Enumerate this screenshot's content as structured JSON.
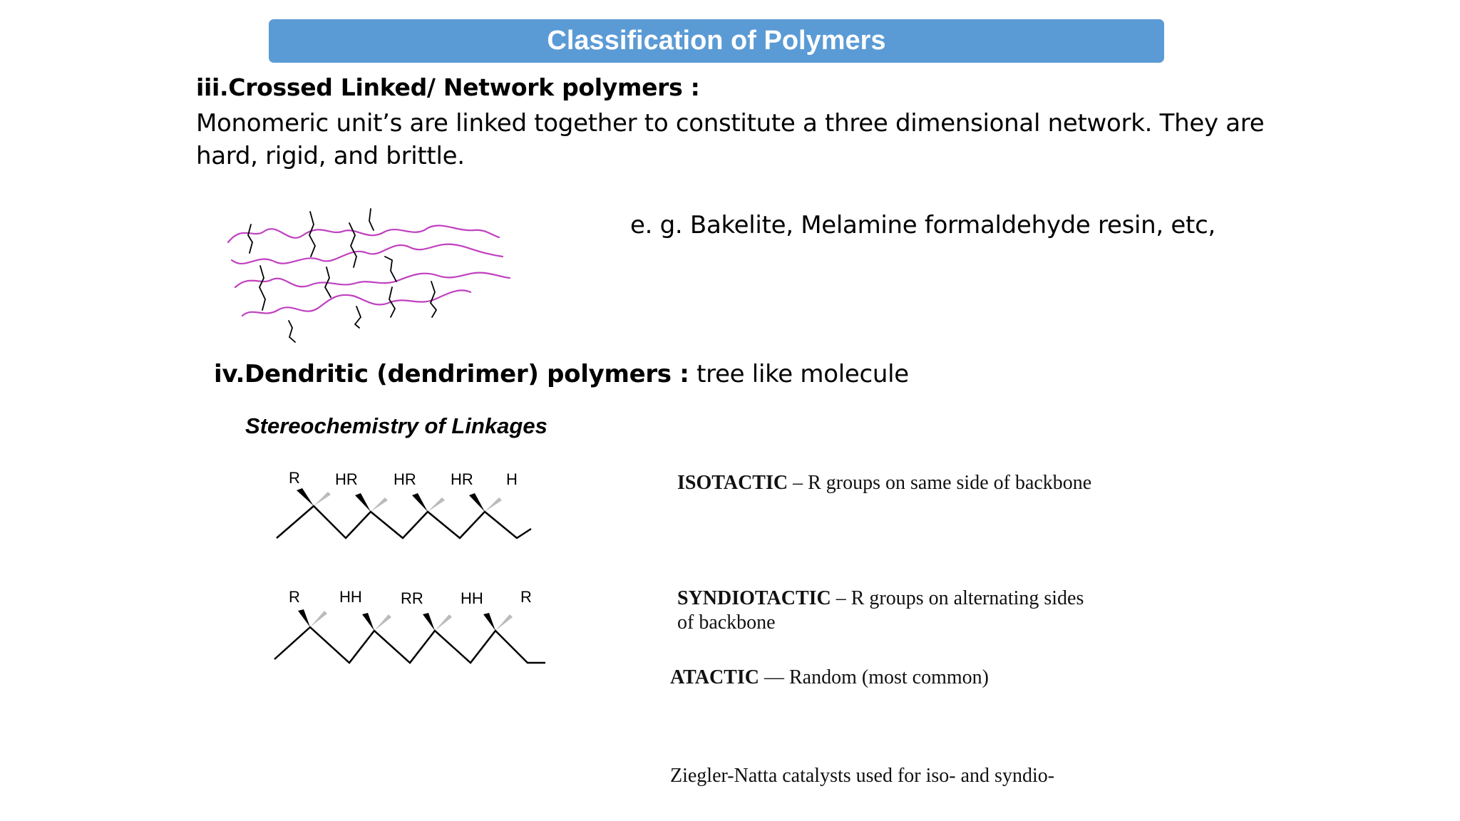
{
  "slide": {
    "title": "Classification of Polymers",
    "section_iii": {
      "heading": "iii.Crossed Linked/ Network polymers :",
      "description": "Monomeric unit’s are linked together to constitute a three dimensional network. They are hard, rigid, and brittle.",
      "example": "e. g. Bakelite, Melamine formaldehyde resin, etc,"
    },
    "section_iv": {
      "heading": "iv.Dendritic (dendrimer) polymers :",
      "text": " tree like molecule"
    },
    "stereochemistry": {
      "title": "Stereochemistry of Linkages",
      "isotactic": {
        "term": "ISOTACTIC",
        "desc": " – R groups on same side of backbone",
        "labels": [
          "R",
          "HR",
          "HR",
          "HR",
          "H"
        ]
      },
      "syndiotactic": {
        "term": "SYNDIOTACTIC",
        "desc_line1": " – R groups on alternating sides",
        "desc_line2": "of backbone",
        "labels": [
          "R",
          "HH",
          "RR",
          "HH",
          "R"
        ]
      },
      "atactic": {
        "term": "ATACTIC",
        "desc": " — Random  (most common)"
      },
      "ziegler_note": "Ziegler-Natta catalysts used for iso- and syndio-"
    },
    "colors": {
      "title_bar": "#5b9bd5",
      "network_chains": "#c040c0",
      "cross_links": "#000000"
    }
  }
}
